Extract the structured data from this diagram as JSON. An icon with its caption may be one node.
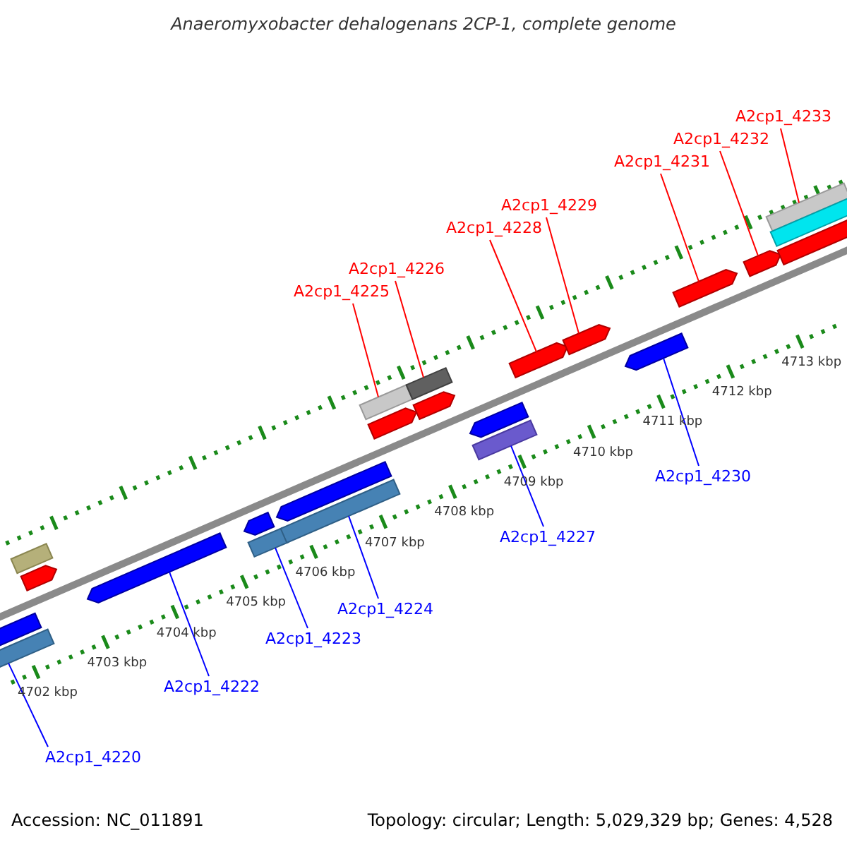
{
  "diagram": {
    "title": "Anaeromyxobacter dehalogenans 2CP-1, complete genome",
    "nodes": [
      {
        "text": [
          "A2cp1_4233"
        ]
      },
      {
        "text": [
          "A2cp1_4232"
        ]
      },
      {
        "text": [
          "A2cp1_4231"
        ]
      },
      {
        "text": [
          "A2cp1_4229"
        ]
      },
      {
        "text": [
          "A2cp1_4228"
        ]
      },
      {
        "text": [
          "A2cp1_4226"
        ]
      },
      {
        "text": [
          "A2cp1_4225"
        ]
      },
      {
        "text": [
          "A2cp1_4230"
        ]
      },
      {
        "text": [
          "A2cp1_4227"
        ]
      },
      {
        "text": [
          "A2cp1_4224"
        ]
      },
      {
        "text": [
          "A2cp1_4223"
        ]
      },
      {
        "text": [
          "A2cp1_4222"
        ]
      },
      {
        "text": [
          "A2cp1_4220"
        ]
      },
      {
        "text": [],
        "shape": "bar"
      },
      {
        "text": [],
        "shape": "bar"
      },
      {
        "text": [],
        "shape": "bar"
      },
      {
        "text": [],
        "shape": "bar"
      },
      {
        "text": [],
        "shape": "bar"
      },
      {
        "text": [],
        "shape": "bar"
      },
      {
        "text": [],
        "shape": "bar"
      },
      {
        "text": [],
        "shape": "bar"
      },
      {
        "text": [],
        "shape": "bar"
      },
      {
        "text": [],
        "shape": "bar"
      },
      {
        "text": [],
        "shape": "bar"
      },
      {
        "text": [],
        "shape": "bar"
      },
      {
        "text": [],
        "shape": "bar"
      },
      {
        "text": [],
        "shape": "bar"
      },
      {
        "text": [],
        "shape": "bar"
      },
      {
        "text": [],
        "shape": "bar"
      },
      {
        "text": [],
        "shape": "bar"
      },
      {
        "text": [],
        "shape": "bar"
      },
      {
        "text": [],
        "shape": "bar"
      },
      {
        "text": [],
        "shape": "bar"
      },
      {
        "text": [],
        "shape": "bar"
      },
      {
        "text": [],
        "shape": "bar"
      },
      {
        "text": [],
        "shape": "bar"
      }
    ],
    "edges": [
      {
        "from": 0,
        "to": 33,
        "arrow": "none"
      },
      {
        "from": 1,
        "to": 32,
        "arrow": "none"
      },
      {
        "from": 2,
        "to": 31,
        "arrow": "none"
      },
      {
        "from": 3,
        "to": 29,
        "arrow": "none"
      },
      {
        "from": 4,
        "to": 28,
        "arrow": "none"
      },
      {
        "from": 5,
        "to": 24,
        "arrow": "none"
      },
      {
        "from": 6,
        "to": 22,
        "arrow": "none"
      },
      {
        "from": 7,
        "to": 30,
        "arrow": "none",
        "color": "#0000ff"
      },
      {
        "from": 8,
        "to": 27,
        "arrow": "none",
        "color": "#0000ff"
      },
      {
        "from": 9,
        "to": 21,
        "arrow": "none",
        "color": "#0000ff"
      },
      {
        "from": 10,
        "to": 19,
        "arrow": "none",
        "color": "#0000ff"
      },
      {
        "from": 11,
        "to": 17,
        "arrow": "none",
        "color": "#0000ff"
      },
      {
        "from": 12,
        "to": 13,
        "arrow": "none",
        "color": "#0000ff"
      }
    ],
    "labels": [
      "4702 kbp",
      "4703 kbp",
      "4704 kbp",
      "4705 kbp",
      "4706 kbp",
      "4707 kbp",
      "4708 kbp",
      "4709 kbp",
      "4710 kbp",
      "4711 kbp",
      "4712 kbp",
      "4713 kbp",
      "Accession: NC_011891",
      "Topology: circular; Length: 5,029,329 bp; Genes: 4,528"
    ]
  }
}
